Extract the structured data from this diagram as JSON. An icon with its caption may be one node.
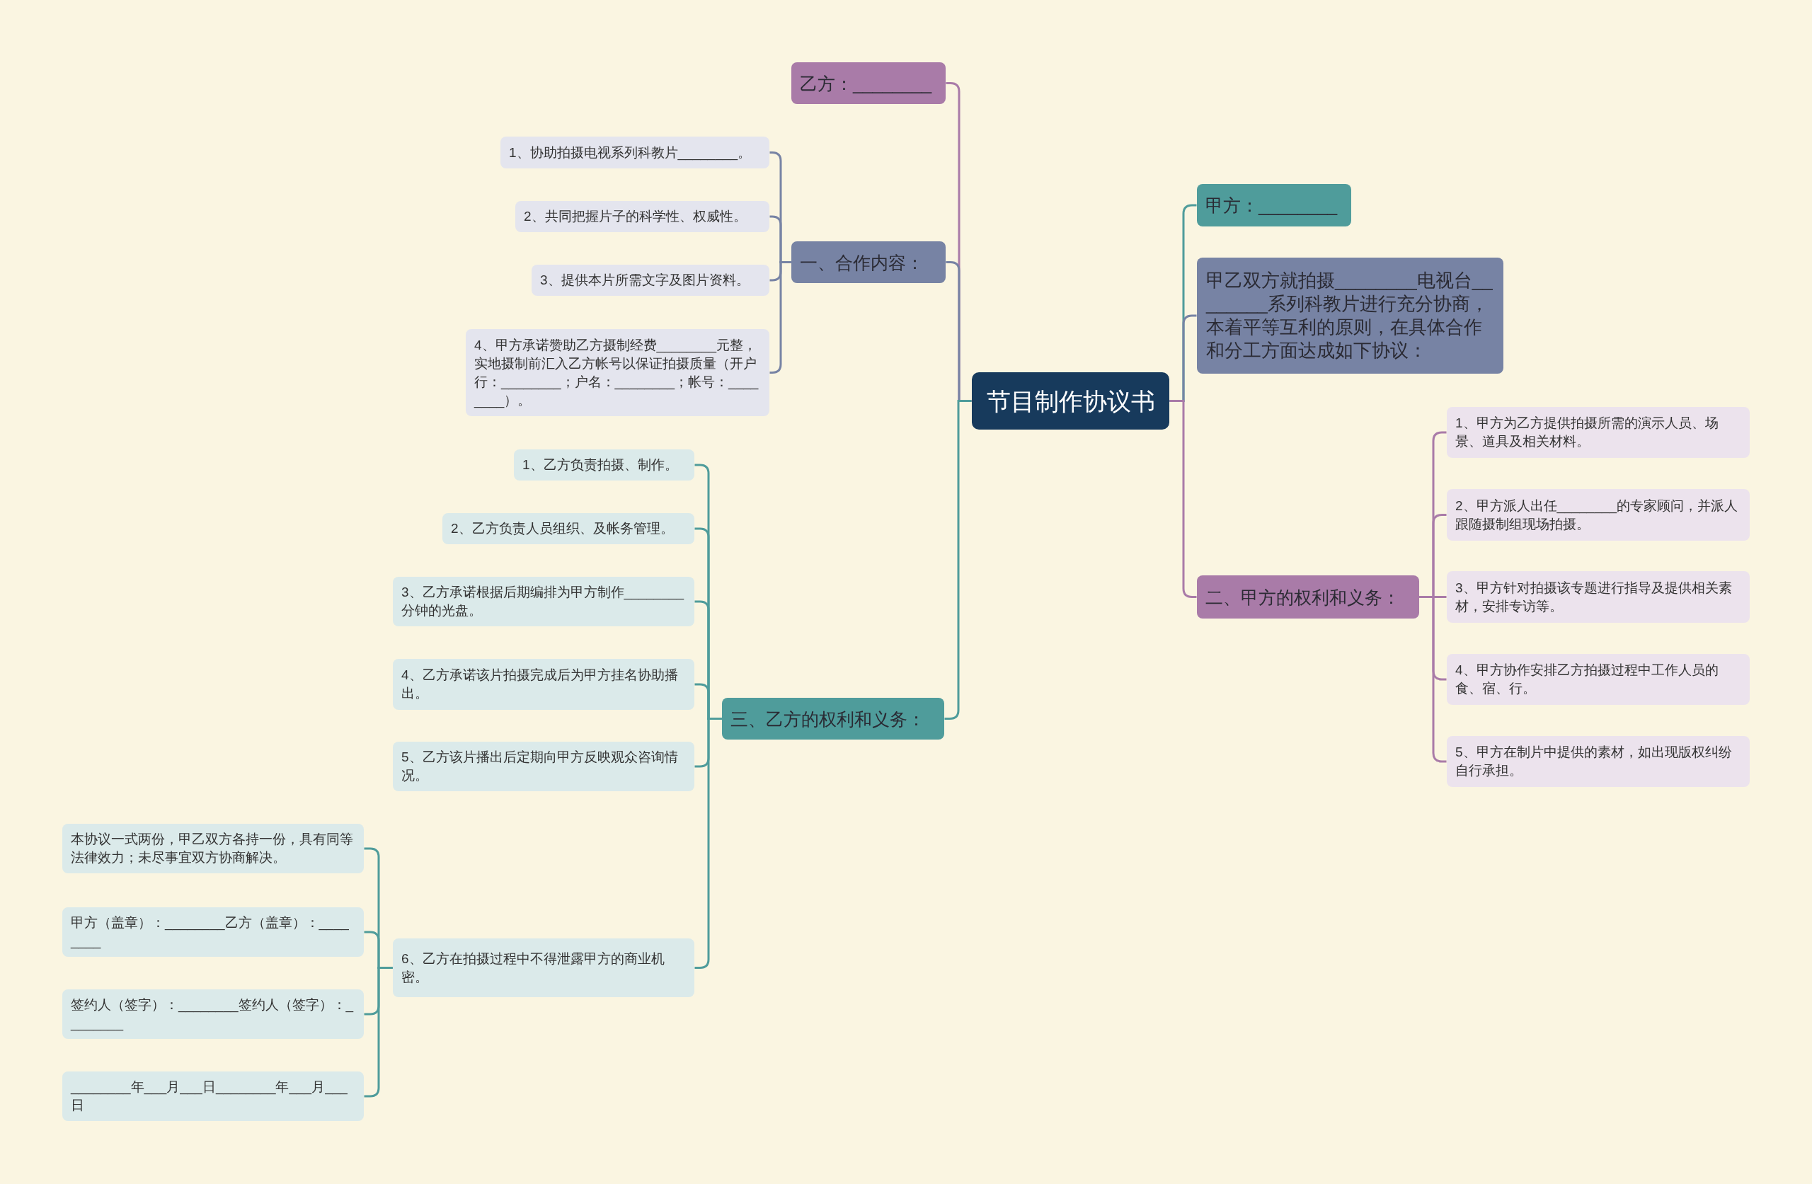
{
  "diagram": {
    "nodes": [
      {
        "text": [
          "节目制作协议书"
        ]
      },
      {
        "text": [
          "乙方：________"
        ]
      },
      {
        "text": [
          "一、合作内容："
        ]
      },
      {
        "text": [
          "1、协助拍摄电视系列科教片________。"
        ]
      },
      {
        "text": [
          "2、共同把握片子的科学性、权威性。"
        ]
      },
      {
        "text": [
          "3、提供本片所需文字及图片资料。"
        ]
      },
      {
        "text": [
          "4、甲方承诺赞助乙方摄制经费________元整，实地摄制前汇入乙方帐号以保证拍摄质量（开户行：________；户名：________；帐号：________）。"
        ]
      },
      {
        "text": [
          "三、乙方的权利和义务："
        ]
      },
      {
        "text": [
          "1、乙方负责拍摄、制作。"
        ]
      },
      {
        "text": [
          "2、乙方负责人员组织、及帐务管理。"
        ]
      },
      {
        "text": [
          "3、乙方承诺根据后期编排为甲方制作________分钟的光盘。"
        ]
      },
      {
        "text": [
          "4、乙方承诺该片拍摄完成后为甲方挂名协助播出。"
        ]
      },
      {
        "text": [
          "5、乙方该片播出后定期向甲方反映观众咨询情况。"
        ]
      },
      {
        "text": [
          "6、乙方在拍摄过程中不得泄露甲方的商业机密。"
        ]
      },
      {
        "text": [
          "本协议一式两份，甲乙双方各持一份，具有同等法律效力；未尽事宜双方协商解决。"
        ]
      },
      {
        "text": [
          "甲方（盖章）：________乙方（盖章）：________"
        ]
      },
      {
        "text": [
          "签约人（签字）：________签约人（签字）：________"
        ]
      },
      {
        "text": [
          "________年___月___日________年___月___日"
        ]
      },
      {
        "text": [
          "甲方：________"
        ]
      },
      {
        "text": [
          "甲乙双方就拍摄________电视台________系列科教片进行充分协商，本着平等互利的原则，在具体合作和分工方面达成如下协议："
        ]
      },
      {
        "text": [
          "二、甲方的权利和义务："
        ]
      },
      {
        "text": [
          "1、甲方为乙方提供拍摄所需的演示人员、场景、道具及相关材料。"
        ]
      },
      {
        "text": [
          "2、甲方派人出任________的专家顾问，并派人跟随摄制组现场拍摄。"
        ]
      },
      {
        "text": [
          "3、甲方针对拍摄该专题进行指导及提供相关素材，安排专访等。"
        ]
      },
      {
        "text": [
          "4、甲方协作安排乙方拍摄过程中工作人员的食、宿、行。"
        ]
      },
      {
        "text": [
          "5、甲方在制片中提供的素材，如出现版权纠纷自行承担。"
        ]
      }
    ],
    "edges": [
      {
        "from": 0,
        "to": 1,
        "arrow": "none",
        "color": "#a97ba8"
      },
      {
        "from": 0,
        "to": 2,
        "arrow": "none",
        "color": "#7783a4"
      },
      {
        "from": 2,
        "to": 3,
        "arrow": "none",
        "color": "#7783a4"
      },
      {
        "from": 2,
        "to": 4,
        "arrow": "none",
        "color": "#7783a4"
      },
      {
        "from": 2,
        "to": 5,
        "arrow": "none",
        "color": "#7783a4"
      },
      {
        "from": 2,
        "to": 6,
        "arrow": "none",
        "color": "#7783a4"
      },
      {
        "from": 0,
        "to": 7,
        "arrow": "none"
      },
      {
        "from": 7,
        "to": 8,
        "arrow": "none"
      },
      {
        "from": 7,
        "to": 9,
        "arrow": "none"
      },
      {
        "from": 7,
        "to": 10,
        "arrow": "none"
      },
      {
        "from": 7,
        "to": 11,
        "arrow": "none"
      },
      {
        "from": 7,
        "to": 12,
        "arrow": "none"
      },
      {
        "from": 7,
        "to": 13,
        "arrow": "none"
      },
      {
        "from": 13,
        "to": 14,
        "arrow": "none"
      },
      {
        "from": 13,
        "to": 15,
        "arrow": "none"
      },
      {
        "from": 13,
        "to": 16,
        "arrow": "none"
      },
      {
        "from": 13,
        "to": 17,
        "arrow": "none"
      },
      {
        "from": 0,
        "to": 18,
        "arrow": "none"
      },
      {
        "from": 0,
        "to": 19,
        "arrow": "none",
        "color": "#7783a4"
      },
      {
        "from": 0,
        "to": 20,
        "arrow": "none",
        "color": "#a97ba8"
      },
      {
        "from": 20,
        "to": 21,
        "arrow": "none",
        "color": "#a97ba8"
      },
      {
        "from": 20,
        "to": 22,
        "arrow": "none",
        "color": "#a97ba8"
      },
      {
        "from": 20,
        "to": 23,
        "arrow": "none",
        "color": "#a97ba8"
      },
      {
        "from": 20,
        "to": 24,
        "arrow": "none",
        "color": "#a97ba8"
      },
      {
        "from": 20,
        "to": 25,
        "arrow": "none",
        "color": "#a97ba8"
      }
    ]
  }
}
